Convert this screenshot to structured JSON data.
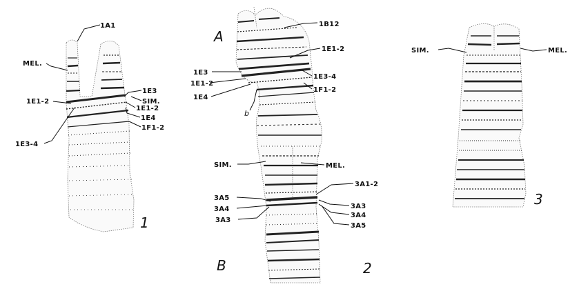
{
  "figures": [
    {
      "number": "1",
      "labels": [
        "1A1",
        "MEL.",
        "1E3",
        "SIM.",
        "1E1-2",
        "1E1-2",
        "1E4",
        "1F1-2",
        "1E3-4"
      ]
    },
    {
      "number": "2",
      "section_labels": [
        "A",
        "B"
      ],
      "mark_label": "b",
      "labels": [
        "1B12",
        "1E1-2",
        "1E3",
        "1E3-4",
        "1E1-2",
        "1F1-2",
        "1E4",
        "SIM.",
        "MEL.",
        "3A1-2",
        "3A5",
        "3A4",
        "3A3",
        "3A3",
        "3A4",
        "3A5"
      ]
    },
    {
      "number": "3",
      "labels": [
        "SIM.",
        "MEL."
      ]
    }
  ]
}
